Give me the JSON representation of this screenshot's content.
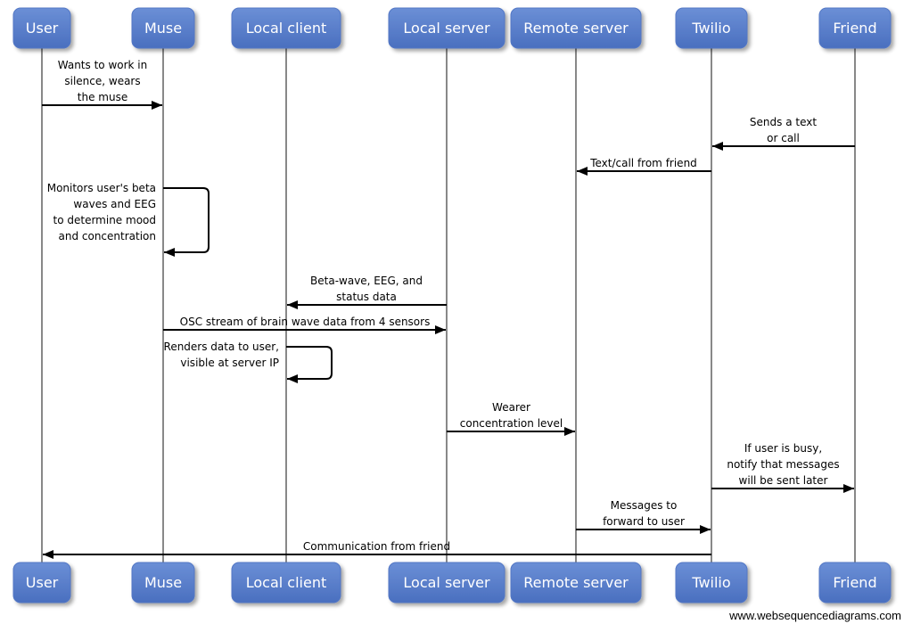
{
  "diagram": {
    "type": "sequence",
    "participants": [
      {
        "id": "user",
        "label": "User"
      },
      {
        "id": "muse",
        "label": "Muse"
      },
      {
        "id": "local_client",
        "label": "Local client"
      },
      {
        "id": "local_server",
        "label": "Local server"
      },
      {
        "id": "remote_server",
        "label": "Remote server"
      },
      {
        "id": "twilio",
        "label": "Twilio"
      },
      {
        "id": "friend",
        "label": "Friend"
      }
    ],
    "messages": [
      {
        "from": "user",
        "to": "muse",
        "lines": [
          "Wants to work in",
          "silence, wears",
          "the muse"
        ]
      },
      {
        "from": "friend",
        "to": "twilio",
        "lines": [
          "Sends a text",
          "or call"
        ]
      },
      {
        "from": "twilio",
        "to": "remote_server",
        "lines": [
          "Text/call from friend"
        ]
      },
      {
        "from": "muse",
        "to": "muse",
        "lines": [
          "Monitors user's beta",
          "waves and EEG",
          "to determine mood",
          "and concentration"
        ]
      },
      {
        "from": "local_server",
        "to": "local_client",
        "lines": [
          "Beta-wave, EEG, and",
          "status data"
        ]
      },
      {
        "from": "muse",
        "to": "local_server",
        "lines": [
          "OSC stream of brain wave data from 4 sensors"
        ]
      },
      {
        "from": "local_client",
        "to": "local_client",
        "lines": [
          "Renders data to user,",
          "visible at server IP"
        ]
      },
      {
        "from": "local_server",
        "to": "remote_server",
        "lines": [
          "Wearer",
          "concentration level"
        ]
      },
      {
        "from": "twilio",
        "to": "friend",
        "lines": [
          "If user is busy,",
          "notify that messages",
          "will be sent later"
        ]
      },
      {
        "from": "remote_server",
        "to": "twilio",
        "lines": [
          "Messages to",
          "forward to user"
        ]
      },
      {
        "from": "twilio",
        "to": "user",
        "lines": [
          "Communication from friend"
        ]
      }
    ]
  },
  "colors": {
    "actor_fill": "#5277c5",
    "actor_text": "#ffffff",
    "lifeline": "#888888",
    "arrow": "#000000"
  },
  "watermark": "www.websequencediagrams.com"
}
